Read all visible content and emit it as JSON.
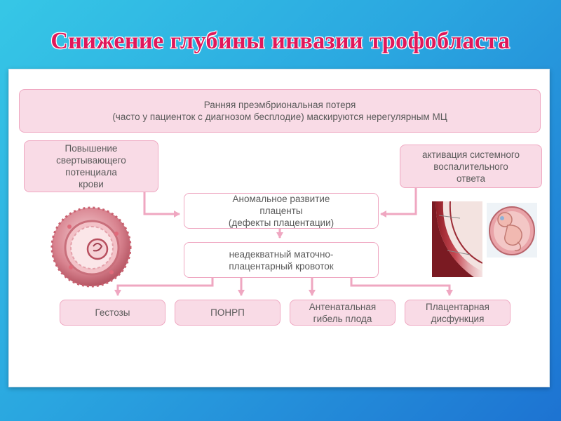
{
  "title": "Снижение глубины инвазии трофобласта",
  "boxes": {
    "early_loss": "Ранняя преэмбриональная потеря\n(часто у пациенток с диагнозом бесплодие) маскируются  нерегулярным МЦ",
    "coagulation": "Повышение\nсвертывающего\nпотенциала\nкрови",
    "inflammation": "активация системного\nвоспалительного\nответа",
    "placenta": "Аномальное  развитие\nплаценты\n(дефекты плацентации)",
    "bloodflow": "неадекватный маточно-\nплацентарный кровоток",
    "gestosis": "Гестозы",
    "ponrp": "ПОНРП",
    "fetal_death": "Антенатальная\nгибель плода",
    "placental_dysfunction": "Плацентарная\nдисфункция"
  },
  "colors": {
    "title": "#e0185a",
    "box_fill": "#f9dbe6",
    "box_border": "#efa7c1",
    "arrow": "#efa7c1"
  }
}
